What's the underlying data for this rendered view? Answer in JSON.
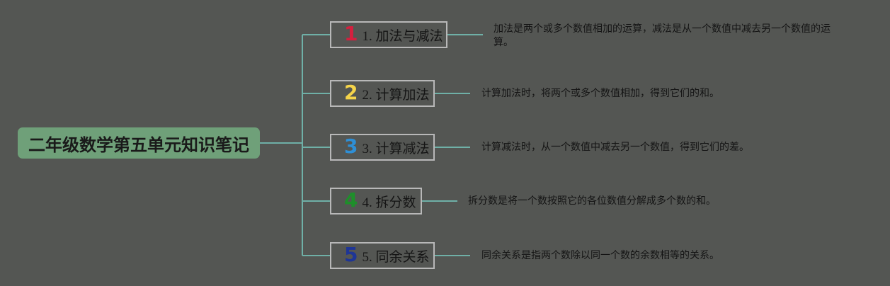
{
  "root": {
    "label": "二年级数学第五单元知识笔记"
  },
  "colors": {
    "background": "#545653",
    "root_fill": "#6fa079",
    "connector": "#6fb0a7",
    "topic_border": "#b8b8b8"
  },
  "topics": [
    {
      "number": "1",
      "number_color": "#d51f3e",
      "label": "1. 加法与减法",
      "description": "加法是两个或多个数值相加的运算，减法是从一个数值中减去另一个数值的运算。"
    },
    {
      "number": "2",
      "number_color": "#f5d44a",
      "label": "2. 计算加法",
      "description": "计算加法时，将两个或多个数值相加，得到它们的和。"
    },
    {
      "number": "3",
      "number_color": "#2e8fd6",
      "label": "3. 计算减法",
      "description": "计算减法时，从一个数值中减去另一个数值，得到它们的差。"
    },
    {
      "number": "4",
      "number_color": "#1e8f2a",
      "label": "4. 拆分数",
      "description": "拆分数是将一个数按照它的各位数值分解成多个数的和。"
    },
    {
      "number": "5",
      "number_color": "#1e3596",
      "label": "5. 同余关系",
      "description": "同余关系是指两个数除以同一个数的余数相等的关系。"
    }
  ]
}
